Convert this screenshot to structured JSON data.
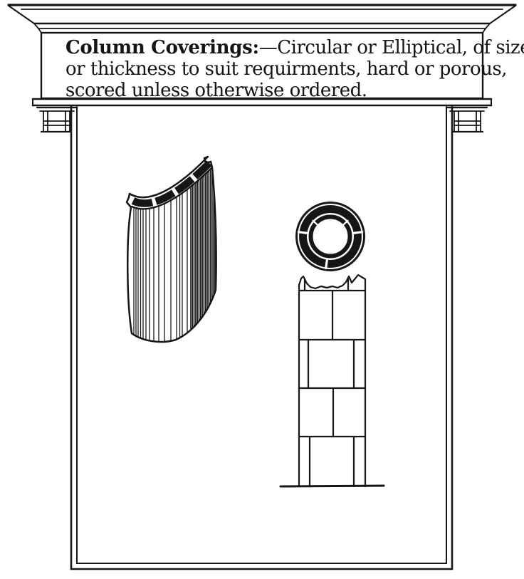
{
  "colors": {
    "ink": "#161616",
    "paper": "#ffffff"
  },
  "caption": {
    "lead": "Column Coverings:",
    "line1_rest": "—Circular or Elliptical, of size",
    "line2": "or thickness to suit requirments, hard or porous,",
    "line3": "scored unless otherwise ordered."
  }
}
